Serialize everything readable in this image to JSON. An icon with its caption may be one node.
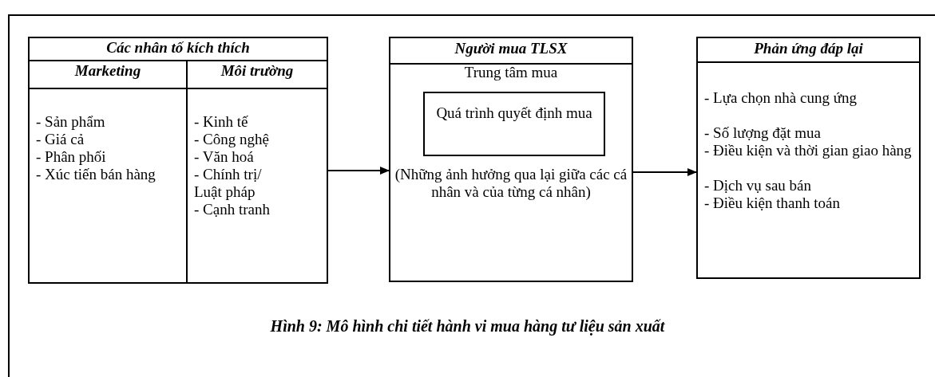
{
  "diagram": {
    "nodes": [
      {
        "text": [
          "Các nhân tố kích thích"
        ]
      },
      {
        "text": [
          "Marketing",
          "- Sản phẩm",
          "- Giá cả",
          "- Phân phối",
          "- Xúc tiến bán hàng"
        ],
        "in": 0
      },
      {
        "text": [
          "Môi trường",
          "- Kinh tế",
          "- Công nghệ",
          "- Văn hoá",
          "- Chính trị/ Luật pháp",
          "- Cạnh tranh"
        ],
        "in": 0
      },
      {
        "text": [
          "Người mua TLSX",
          "Trung tâm mua",
          "(Những ảnh hưởng qua lại giữa các cá nhân và của từng cá nhân)"
        ]
      },
      {
        "text": [
          "Quá trình quyết định mua"
        ],
        "in": 3
      },
      {
        "text": [
          "Phản ứng đáp lại",
          "- Lựa chọn nhà cung ứng",
          "- Số lượng đặt mua",
          "- Điều kiện và thời gian giao hàng",
          "- Dịch vụ sau bán",
          "- Điều kiện thanh toán"
        ]
      }
    ],
    "edges": [
      {
        "from": 0,
        "to": 3,
        "arrow": "to"
      },
      {
        "from": 3,
        "to": 5,
        "arrow": "to"
      }
    ],
    "caption": "Hình 9: Mô hình chi tiết hành vi mua hàng tư liệu sản xuất"
  }
}
